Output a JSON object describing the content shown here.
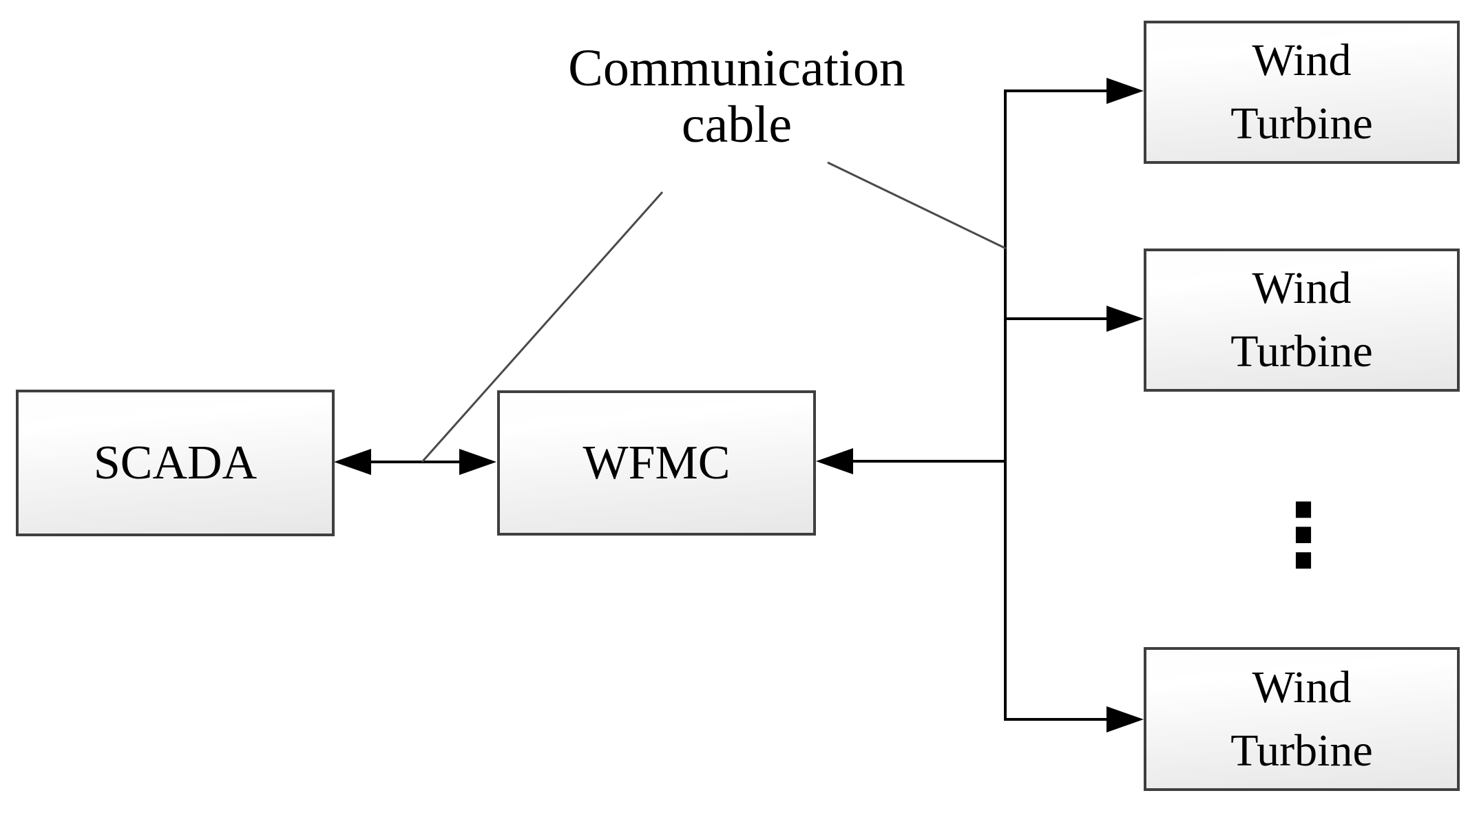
{
  "diagram": {
    "annotation": {
      "line1": "Communication",
      "line2": "cable"
    },
    "nodes": {
      "scada": {
        "label": "SCADA"
      },
      "wfmc": {
        "label": "WFMC"
      },
      "wind_turbine": {
        "line1": "Wind",
        "line2": "Turbine"
      }
    },
    "ellipsis": "⋮",
    "colors": {
      "background": "#ffffff",
      "node_border": "#3f3f3f",
      "node_fill_top": "#fdfdfd",
      "node_fill_bottom": "#e7e7e7",
      "connector": "#000000",
      "pointer_line": "#4a4a4a",
      "text": "#000000"
    }
  }
}
